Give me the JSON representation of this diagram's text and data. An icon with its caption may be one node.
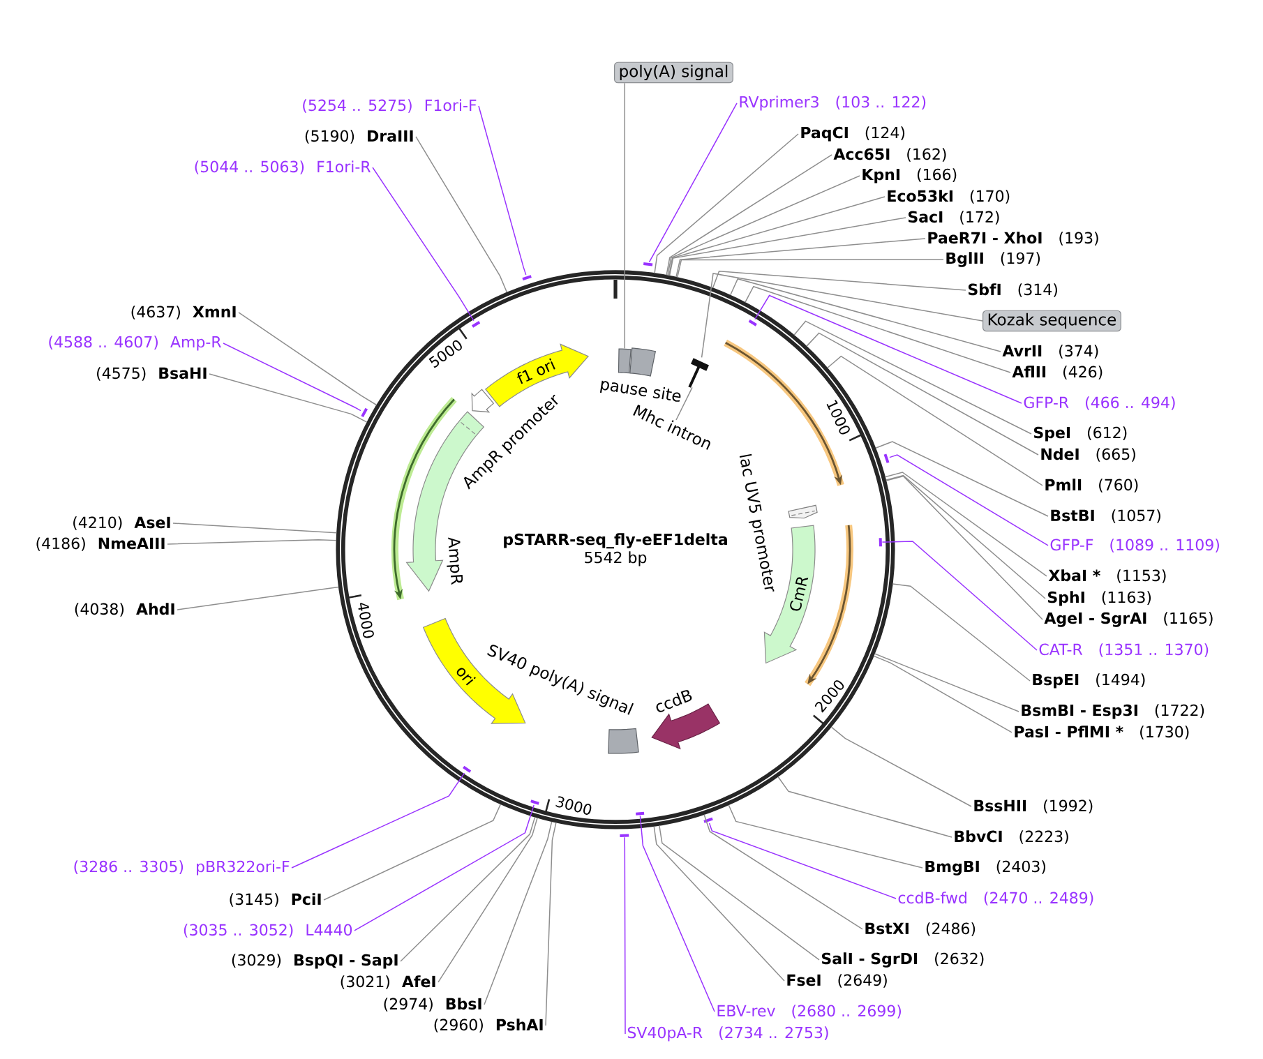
{
  "diagram": {
    "nodes": [
      {
        "text": [
          "pSTARR-seq_fly-eEF1delta",
          "5542 bp"
        ]
      },
      {
        "text": [],
        "shape": "arrow",
        "in": 0
      },
      {
        "text": [],
        "shape": "box",
        "in": 0
      },
      {
        "text": [
          "pause site"
        ],
        "in": 0
      },
      {
        "text": [
          "f1 ori"
        ],
        "in": 0
      },
      {
        "text": [],
        "shape": "bar",
        "in": 0
      },
      {
        "text": [
          "AmpR promoter"
        ],
        "in": 0
      },
      {
        "text": [],
        "shape": "arrow",
        "in": 0
      },
      {
        "text": [
          "Mhc intron"
        ],
        "in": 0
      },
      {
        "text": [
          "AmpR"
        ],
        "in": 0
      },
      {
        "text": [
          "lac UV5 promoter"
        ],
        "in": 0
      },
      {
        "text": [],
        "shape": "arrow",
        "in": 0
      },
      {
        "text": [
          "CmR"
        ],
        "in": 0
      },
      {
        "text": [
          "ori"
        ],
        "in": 0
      },
      {
        "text": [
          "ccdB"
        ],
        "in": 0
      },
      {
        "text": [
          "SV40 poly(A) signal"
        ],
        "in": 0
      },
      {
        "text": [],
        "shape": "bar"
      },
      {
        "text": [],
        "shape": "bar"
      },
      {
        "text": [],
        "shape": "bar",
        "in": 0
      },
      {
        "text": [],
        "shape": "bar",
        "in": 0
      },
      {
        "text": [],
        "shape": "bar"
      },
      {
        "text": [],
        "shape": "bar"
      },
      {
        "text": [],
        "shape": "bar",
        "in": 0
      },
      {
        "text": [],
        "shape": "bar",
        "in": 0
      },
      {
        "text": [],
        "shape": "bar",
        "in": 0
      },
      {
        "text": [],
        "shape": "bar",
        "in": 0
      },
      {
        "text": [],
        "shape": "bar"
      },
      {
        "text": [],
        "shape": "bar"
      },
      {
        "text": [
          "poly(A) signal"
        ]
      },
      {
        "text": [
          "(5254 .. 5275)",
          "F1ori-F"
        ]
      },
      {
        "text": [
          "RVprimer3",
          "(103 .. 122)"
        ]
      },
      {
        "text": [
          "(5190)",
          "DraIII"
        ]
      },
      {
        "text": [
          "PaqCI",
          "(124)"
        ]
      },
      {
        "text": [
          "Acc65I",
          "(162)"
        ]
      },
      {
        "text": [
          "(5044 .. 5063)",
          "F1ori-R"
        ]
      },
      {
        "text": [
          "KpnI",
          "(166)"
        ]
      },
      {
        "text": [
          "Eco53kI",
          "(170)"
        ]
      },
      {
        "text": [
          "SacI",
          "(172)"
        ]
      },
      {
        "text": [
          "PaeR7I - XhoI",
          "(193)"
        ]
      },
      {
        "text": [
          "BglII",
          "(197)"
        ]
      },
      {
        "text": [
          "SbfI",
          "(314)"
        ]
      },
      {
        "text": [
          "(4637)",
          "XmnI"
        ]
      },
      {
        "text": [
          "Kozak sequence"
        ]
      },
      {
        "text": [
          "(4588 .. 4607)",
          "Amp-R"
        ]
      },
      {
        "text": [
          "AvrII",
          "(374)"
        ]
      },
      {
        "text": [
          "(4575)",
          "BsaHI"
        ]
      },
      {
        "text": [
          "AflII",
          "(426)"
        ]
      },
      {
        "text": [
          "GFP-R",
          "(466 .. 494)"
        ]
      },
      {
        "text": [
          "SpeI",
          "(612)"
        ]
      },
      {
        "text": [
          "NdeI",
          "(665)"
        ]
      },
      {
        "text": [
          "PmlI",
          "(760)"
        ]
      },
      {
        "text": [
          "BstBI",
          "(1057)"
        ]
      },
      {
        "text": [
          "(4210)",
          "AseI"
        ]
      },
      {
        "text": [
          "(4186)",
          "NmeAIII"
        ]
      },
      {
        "text": [
          "GFP-F",
          "(1089 .. 1109)"
        ]
      },
      {
        "text": [
          "XbaI *",
          "(1153)"
        ]
      },
      {
        "text": [
          "SphI",
          "(1163)"
        ]
      },
      {
        "text": [
          "(4038)",
          "AhdI"
        ]
      },
      {
        "text": [
          "AgeI - SgrAI",
          "(1165)"
        ]
      },
      {
        "text": [
          "CAT-R",
          "(1351 .. 1370)"
        ]
      },
      {
        "text": [
          "BspEI",
          "(1494)"
        ]
      },
      {
        "text": [
          "BsmBI - Esp3I",
          "(1722)"
        ]
      },
      {
        "text": [
          "PasI - PflMI *",
          "(1730)"
        ]
      },
      {
        "text": [
          "BssHII",
          "(1992)"
        ]
      },
      {
        "text": [
          "BbvCI",
          "(2223)"
        ]
      },
      {
        "text": [
          "(3286 .. 3305)",
          "pBR322ori-F"
        ]
      },
      {
        "text": [
          "BmgBI",
          "(2403)"
        ]
      },
      {
        "text": [
          "(3145)",
          "PciI"
        ]
      },
      {
        "text": [
          "ccdB-fwd",
          "(2470 .. 2489)"
        ]
      },
      {
        "text": [
          "(3035 .. 3052)",
          "L4440"
        ]
      },
      {
        "text": [
          "BstXI",
          "(2486)"
        ]
      },
      {
        "text": [
          "(3029)",
          "BspQI - SapI"
        ]
      },
      {
        "text": [
          "SalI - SgrDI",
          "(2632)"
        ]
      },
      {
        "text": [
          "(3021)",
          "AfeI"
        ]
      },
      {
        "text": [
          "FseI",
          "(2649)"
        ]
      },
      {
        "text": [
          "(2974)",
          "BbsI"
        ]
      },
      {
        "text": [
          "EBV-rev",
          "(2680 .. 2699)"
        ]
      },
      {
        "text": [
          "(2960)",
          "PshAI"
        ]
      },
      {
        "text": [
          "SV40pA-R",
          "(2734 .. 2753)"
        ]
      }
    ],
    "edges": [
      {
        "from": 28,
        "to": 2,
        "arrow": "none"
      },
      {
        "from": 29,
        "to": 17,
        "arrow": "none",
        "color": "#9933ff"
      },
      {
        "from": 30,
        "to": 16,
        "arrow": "none",
        "color": "#9933ff"
      },
      {
        "from": 31,
        "to": 0,
        "arrow": "none"
      },
      {
        "from": 32,
        "to": 0,
        "arrow": "none"
      },
      {
        "from": 33,
        "to": 0,
        "arrow": "none"
      },
      {
        "from": 34,
        "to": 19,
        "arrow": "none",
        "color": "#9933ff"
      },
      {
        "from": 35,
        "to": 0,
        "arrow": "none"
      },
      {
        "from": 36,
        "to": 0,
        "arrow": "none"
      },
      {
        "from": 37,
        "to": 0,
        "arrow": "none"
      },
      {
        "from": 38,
        "to": 0,
        "arrow": "none"
      },
      {
        "from": 39,
        "to": 0,
        "arrow": "none"
      },
      {
        "from": 40,
        "to": 0,
        "arrow": "none"
      },
      {
        "from": 41,
        "to": 0,
        "arrow": "none"
      },
      {
        "from": 42,
        "to": 5,
        "arrow": "none"
      },
      {
        "from": 43,
        "to": 20,
        "arrow": "none",
        "color": "#9933ff"
      },
      {
        "from": 44,
        "to": 0,
        "arrow": "none"
      },
      {
        "from": 45,
        "to": 0,
        "arrow": "none"
      },
      {
        "from": 46,
        "to": 0,
        "arrow": "none"
      },
      {
        "from": 47,
        "to": 18,
        "arrow": "none",
        "color": "#9933ff"
      },
      {
        "from": 48,
        "to": 0,
        "arrow": "none"
      },
      {
        "from": 49,
        "to": 0,
        "arrow": "none"
      },
      {
        "from": 50,
        "to": 0,
        "arrow": "none"
      },
      {
        "from": 51,
        "to": 0,
        "arrow": "none"
      },
      {
        "from": 52,
        "to": 0,
        "arrow": "none"
      },
      {
        "from": 53,
        "to": 0,
        "arrow": "none"
      },
      {
        "from": 54,
        "to": 21,
        "arrow": "none",
        "color": "#9933ff"
      },
      {
        "from": 55,
        "to": 0,
        "arrow": "none"
      },
      {
        "from": 56,
        "to": 0,
        "arrow": "none"
      },
      {
        "from": 57,
        "to": 0,
        "arrow": "none"
      },
      {
        "from": 58,
        "to": 0,
        "arrow": "none"
      },
      {
        "from": 59,
        "to": 22,
        "arrow": "none",
        "color": "#9933ff"
      },
      {
        "from": 60,
        "to": 0,
        "arrow": "none"
      },
      {
        "from": 61,
        "to": 0,
        "arrow": "none"
      },
      {
        "from": 62,
        "to": 0,
        "arrow": "none"
      },
      {
        "from": 63,
        "to": 0,
        "arrow": "none"
      },
      {
        "from": 64,
        "to": 0,
        "arrow": "none"
      },
      {
        "from": 65,
        "to": 23,
        "arrow": "none",
        "color": "#9933ff"
      },
      {
        "from": 66,
        "to": 0,
        "arrow": "none"
      },
      {
        "from": 67,
        "to": 0,
        "arrow": "none"
      },
      {
        "from": 68,
        "to": 26,
        "arrow": "none",
        "color": "#9933ff"
      },
      {
        "from": 69,
        "to": 24,
        "arrow": "none",
        "color": "#9933ff"
      },
      {
        "from": 70,
        "to": 0,
        "arrow": "none"
      },
      {
        "from": 71,
        "to": 0,
        "arrow": "none"
      },
      {
        "from": 72,
        "to": 0,
        "arrow": "none"
      },
      {
        "from": 73,
        "to": 0,
        "arrow": "none"
      },
      {
        "from": 74,
        "to": 0,
        "arrow": "none"
      },
      {
        "from": 75,
        "to": 0,
        "arrow": "none"
      },
      {
        "from": 76,
        "to": 25,
        "arrow": "none",
        "color": "#9933ff"
      },
      {
        "from": 77,
        "to": 0,
        "arrow": "none"
      },
      {
        "from": 78,
        "to": 27,
        "arrow": "none",
        "color": "#9933ff"
      },
      {
        "from": 8,
        "to": 5,
        "arrow": "none"
      }
    ],
    "labels": [
      "5000",
      "1000",
      "4000",
      "2000",
      "3000"
    ]
  }
}
